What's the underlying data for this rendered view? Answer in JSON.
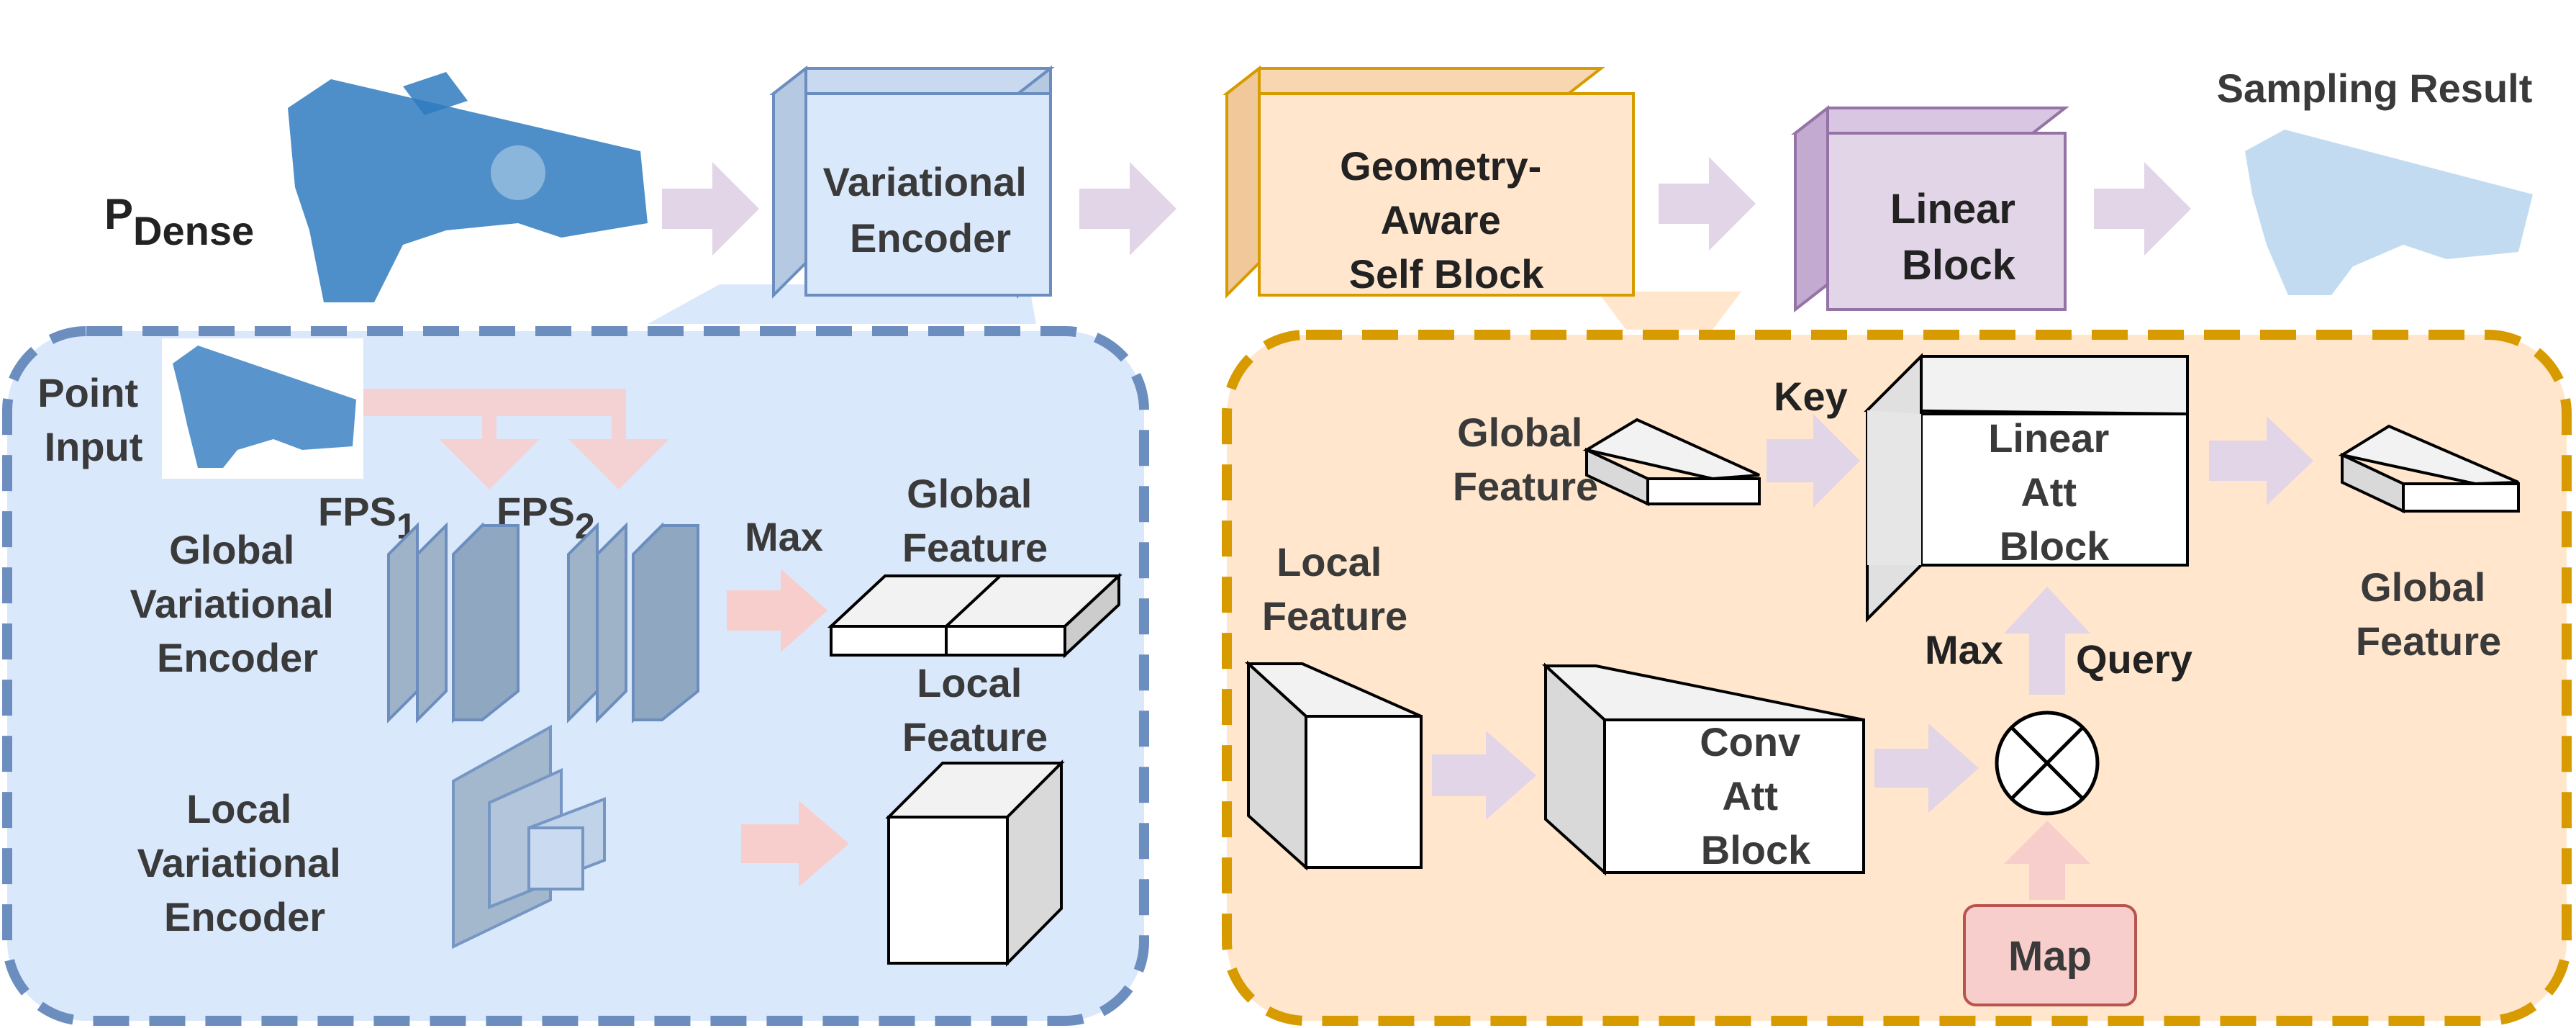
{
  "top": {
    "input_label_main": "P",
    "input_label_sub": "Dense",
    "variational_encoder": [
      "Variational",
      "Encoder"
    ],
    "geometry_block": [
      "Geometry-",
      "Aware",
      "Self Block"
    ],
    "linear_block": [
      "Linear",
      "Block"
    ],
    "sampling_result": "Sampling Result"
  },
  "left_panel": {
    "point_input": [
      "Point",
      "Input"
    ],
    "fps1_main": "FPS",
    "fps1_sub": "1",
    "fps2_main": "FPS",
    "fps2_sub": "2",
    "global_encoder": [
      "Global",
      "Variational",
      "Encoder"
    ],
    "max_label": "Max",
    "global_feature": [
      "Global",
      "Feature"
    ],
    "local_feature": [
      "Local",
      "Feature"
    ],
    "local_encoder": [
      "Local",
      "Variational",
      "Encoder"
    ]
  },
  "right_panel": {
    "global_feature_in": [
      "Global",
      "Feature"
    ],
    "key_label": "Key",
    "linear_att_block": [
      "Linear",
      "Att",
      "Block"
    ],
    "global_feature_out": [
      "Global",
      "Feature"
    ],
    "local_feature": [
      "Local",
      "Feature"
    ],
    "conv_att_block": [
      "Conv",
      "Att",
      "Block"
    ],
    "max_label": "Max",
    "query_label": "Query",
    "map_label": "Map"
  },
  "colors": {
    "blue_panel_fill": "#dae8fc",
    "blue_panel_border": "#6c8ebf",
    "orange_panel_fill": "#ffe6cc",
    "orange_panel_border": "#d79b00",
    "purple_block_fill": "#e1d5e7",
    "purple_block_border": "#9673a6",
    "arrow_purple": "#e1d5e7",
    "arrow_pink": "#f8cecc",
    "map_fill": "#f8cecc",
    "map_border": "#b85450",
    "point_cloud": "#2f7bbf"
  }
}
